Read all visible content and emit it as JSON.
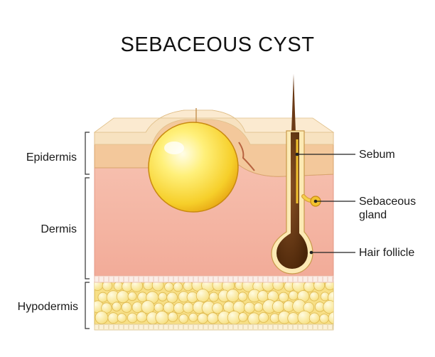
{
  "title": "SEBACEOUS CYST",
  "layers": {
    "epidermis": "Epidermis",
    "dermis": "Dermis",
    "hypodermis": "Hypodermis"
  },
  "structures": {
    "sebum": "Sebum",
    "sebaceous_gland_line1": "Sebaceous",
    "sebaceous_gland_line2": "gland",
    "hair_follicle": "Hair follicle"
  },
  "colors": {
    "epidermis_top": "#f7e2c0",
    "epidermis": "#f3c89b",
    "dermis": "#f4b4a2",
    "hypodermis": "#f7df86",
    "cyst": "#fbe45a",
    "follicle": "#6b3a16",
    "gland": "#f2c230"
  }
}
